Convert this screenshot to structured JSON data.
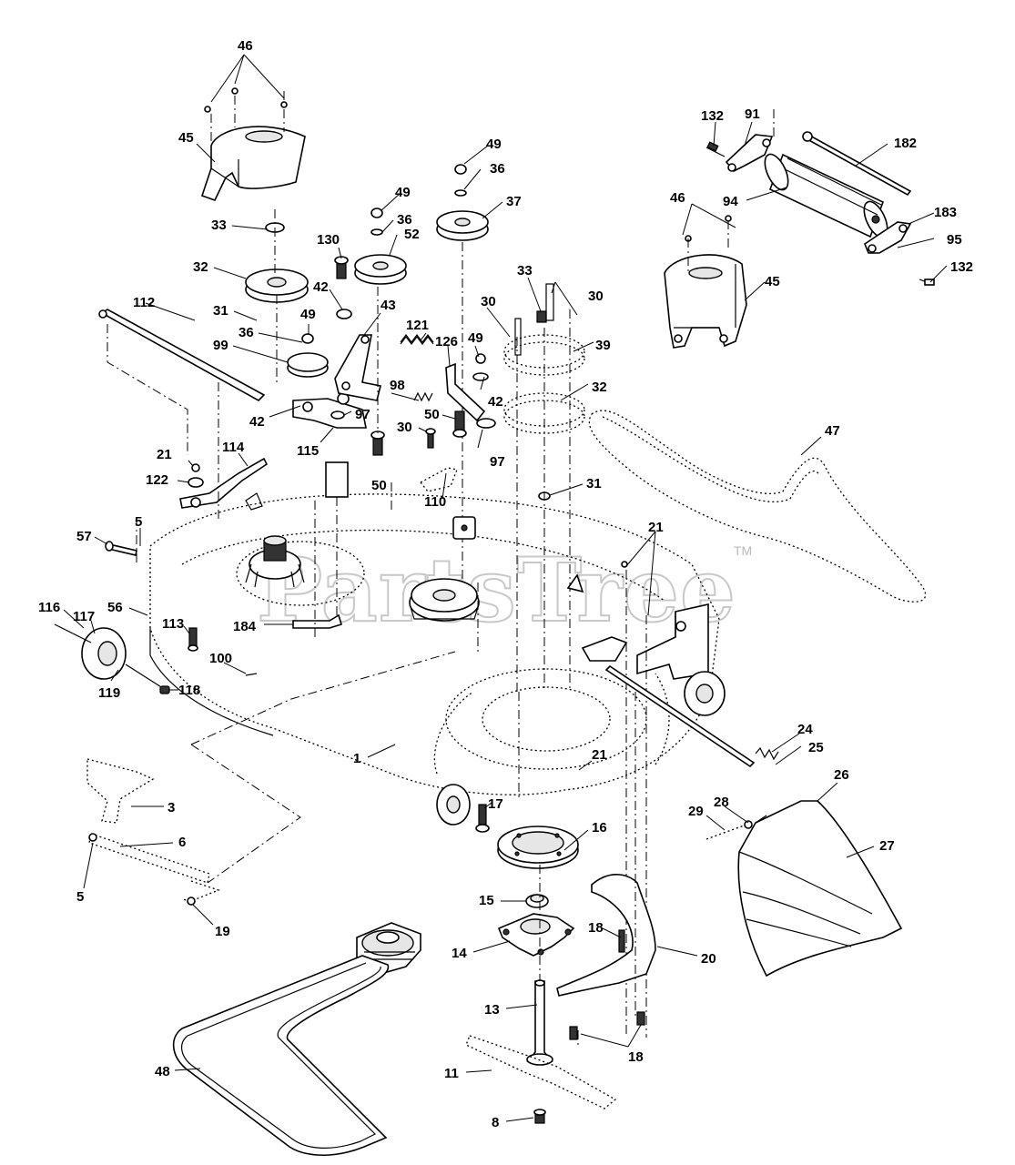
{
  "watermark": {
    "text": "PartsTree",
    "trademark": "TM"
  },
  "callouts": [
    {
      "id": "c46a",
      "text": "46"
    },
    {
      "id": "c45a",
      "text": "45"
    },
    {
      "id": "c33a",
      "text": "33"
    },
    {
      "id": "c32a",
      "text": "32"
    },
    {
      "id": "c31a",
      "text": "31"
    },
    {
      "id": "c36a",
      "text": "36"
    },
    {
      "id": "c99",
      "text": "99"
    },
    {
      "id": "c42a",
      "text": "42"
    },
    {
      "id": "c112",
      "text": "112"
    },
    {
      "id": "c130",
      "text": "130"
    },
    {
      "id": "c49a",
      "text": "49"
    },
    {
      "id": "c36b",
      "text": "36"
    },
    {
      "id": "c52",
      "text": "52"
    },
    {
      "id": "c42b",
      "text": "42"
    },
    {
      "id": "c49b",
      "text": "49"
    },
    {
      "id": "c43",
      "text": "43"
    },
    {
      "id": "c97a",
      "text": "97"
    },
    {
      "id": "c115",
      "text": "115"
    },
    {
      "id": "c50a",
      "text": "50"
    },
    {
      "id": "c98",
      "text": "98"
    },
    {
      "id": "c121",
      "text": "121"
    },
    {
      "id": "c49c",
      "text": "49"
    },
    {
      "id": "c36c",
      "text": "36"
    },
    {
      "id": "c37",
      "text": "37"
    },
    {
      "id": "c126",
      "text": "126"
    },
    {
      "id": "c49d",
      "text": "49"
    },
    {
      "id": "c42c",
      "text": "42"
    },
    {
      "id": "c50b",
      "text": "50"
    },
    {
      "id": "c97b",
      "text": "97"
    },
    {
      "id": "c30a",
      "text": "30"
    },
    {
      "id": "c110",
      "text": "110"
    },
    {
      "id": "c30b",
      "text": "30"
    },
    {
      "id": "c33b",
      "text": "33"
    },
    {
      "id": "c30c",
      "text": "30"
    },
    {
      "id": "c39",
      "text": "39"
    },
    {
      "id": "c32b",
      "text": "32"
    },
    {
      "id": "c31b",
      "text": "31"
    },
    {
      "id": "c47",
      "text": "47"
    },
    {
      "id": "c132a",
      "text": "132"
    },
    {
      "id": "c91",
      "text": "91"
    },
    {
      "id": "c182",
      "text": "182"
    },
    {
      "id": "c94",
      "text": "94"
    },
    {
      "id": "c183",
      "text": "183"
    },
    {
      "id": "c95",
      "text": "95"
    },
    {
      "id": "c132b",
      "text": "132"
    },
    {
      "id": "c46b",
      "text": "46"
    },
    {
      "id": "c45b",
      "text": "45"
    },
    {
      "id": "c21a",
      "text": "21"
    },
    {
      "id": "c122",
      "text": "122"
    },
    {
      "id": "c114",
      "text": "114"
    },
    {
      "id": "c57",
      "text": "57"
    },
    {
      "id": "c5a",
      "text": "5"
    },
    {
      "id": "c116",
      "text": "116"
    },
    {
      "id": "c117",
      "text": "117"
    },
    {
      "id": "c56",
      "text": "56"
    },
    {
      "id": "c113",
      "text": "113"
    },
    {
      "id": "c184",
      "text": "184"
    },
    {
      "id": "c100",
      "text": "100"
    },
    {
      "id": "c119",
      "text": "119"
    },
    {
      "id": "c118",
      "text": "118"
    },
    {
      "id": "c1",
      "text": "1"
    },
    {
      "id": "c21b",
      "text": "21"
    },
    {
      "id": "c21c",
      "text": "21"
    },
    {
      "id": "c24",
      "text": "24"
    },
    {
      "id": "c25",
      "text": "25"
    },
    {
      "id": "c26",
      "text": "26"
    },
    {
      "id": "c28",
      "text": "28"
    },
    {
      "id": "c29",
      "text": "29"
    },
    {
      "id": "c27",
      "text": "27"
    },
    {
      "id": "c17",
      "text": "17"
    },
    {
      "id": "c16",
      "text": "16"
    },
    {
      "id": "c3",
      "text": "3"
    },
    {
      "id": "c6",
      "text": "6"
    },
    {
      "id": "c5b",
      "text": "5"
    },
    {
      "id": "c19",
      "text": "19"
    },
    {
      "id": "c15",
      "text": "15"
    },
    {
      "id": "c14",
      "text": "14"
    },
    {
      "id": "c18a",
      "text": "18"
    },
    {
      "id": "c20",
      "text": "20"
    },
    {
      "id": "c13",
      "text": "13"
    },
    {
      "id": "c18b",
      "text": "18"
    },
    {
      "id": "c48",
      "text": "48"
    },
    {
      "id": "c11",
      "text": "11"
    },
    {
      "id": "c8",
      "text": "8"
    }
  ]
}
